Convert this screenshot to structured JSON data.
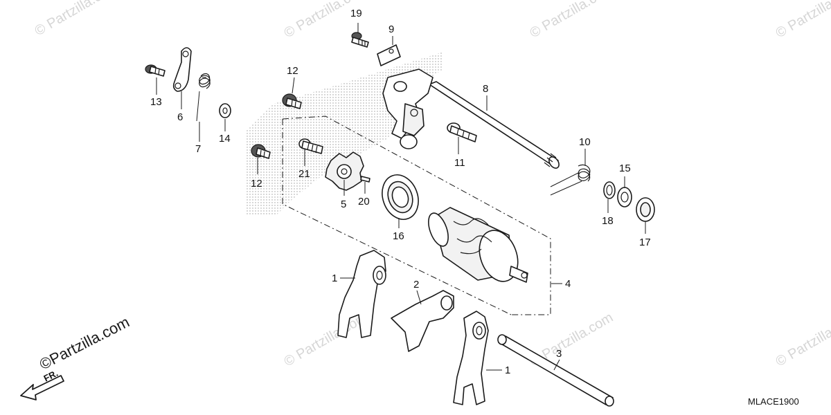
{
  "diagram": {
    "watermark": "© Partzilla.com",
    "corner_watermark": "©Partzilla.com",
    "front_marker": "FR.",
    "diagram_code": "MLACE1900",
    "callouts": {
      "c1a": "1",
      "c1b": "1",
      "c2": "2",
      "c3": "3",
      "c4": "4",
      "c5": "5",
      "c6": "6",
      "c7": "7",
      "c8": "8",
      "c9": "9",
      "c10": "10",
      "c11": "11",
      "c12a": "12",
      "c12b": "12",
      "c13": "13",
      "c14": "14",
      "c15": "15",
      "c16": "16",
      "c17": "17",
      "c18": "18",
      "c19": "19",
      "c20": "20",
      "c21": "21"
    }
  }
}
